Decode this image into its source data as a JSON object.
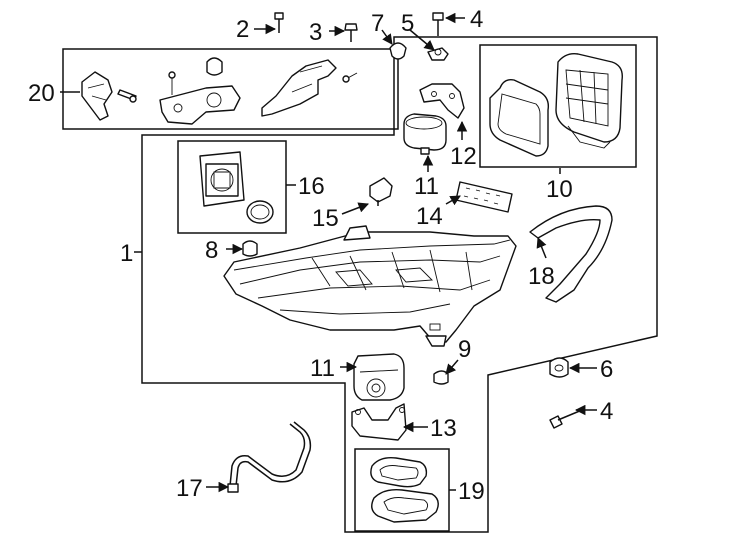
{
  "diagram": {
    "callouts": {
      "c1": "1",
      "c2": "2",
      "c3": "3",
      "c4a": "4",
      "c4b": "4",
      "c5": "5",
      "c6": "6",
      "c7": "7",
      "c8": "8",
      "c9": "9",
      "c10": "10",
      "c11a": "11",
      "c11b": "11",
      "c12": "12",
      "c13": "13",
      "c14": "14",
      "c15": "15",
      "c16": "16",
      "c17": "17",
      "c18": "18",
      "c19": "19",
      "c20": "20"
    }
  }
}
